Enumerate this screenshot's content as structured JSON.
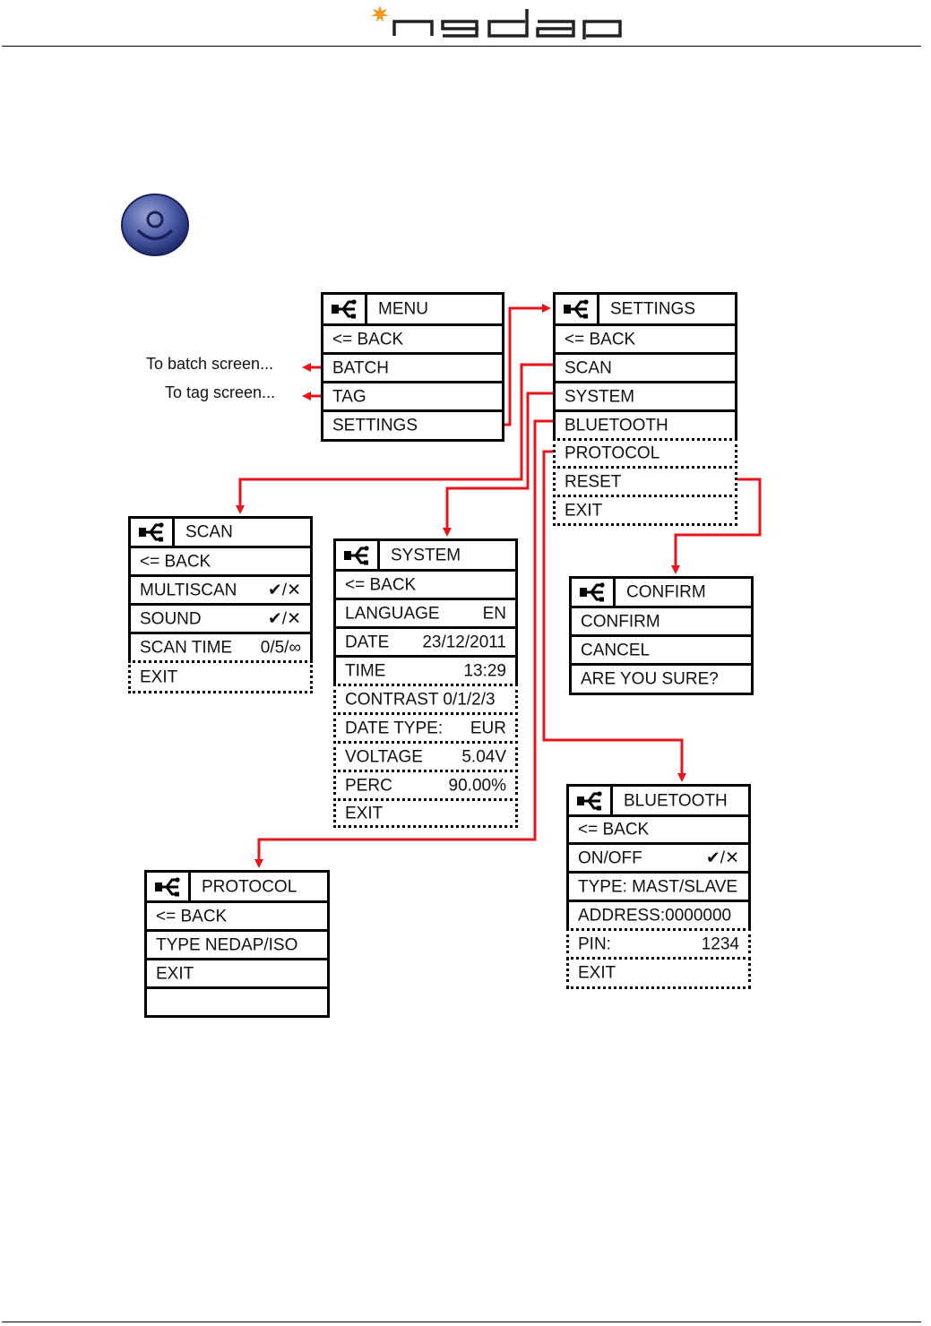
{
  "header": {
    "logo_text": "nedap"
  },
  "side_labels": {
    "batch": "To batch screen...",
    "tag": "To tag screen..."
  },
  "menus": {
    "menu": {
      "title": "MENU",
      "rows": [
        {
          "label": "<= BACK",
          "value": ""
        },
        {
          "label": "BATCH",
          "value": ""
        },
        {
          "label": "TAG",
          "value": ""
        },
        {
          "label": "SETTINGS",
          "value": ""
        }
      ]
    },
    "settings": {
      "title": "SETTINGS",
      "rows": [
        {
          "label": "<= BACK",
          "value": ""
        },
        {
          "label": "SCAN",
          "value": ""
        },
        {
          "label": "SYSTEM",
          "value": ""
        },
        {
          "label": "BLUETOOTH",
          "value": ""
        },
        {
          "label": "PROTOCOL",
          "value": ""
        },
        {
          "label": "RESET",
          "value": ""
        },
        {
          "label": "EXIT",
          "value": ""
        }
      ]
    },
    "scan": {
      "title": "SCAN",
      "rows": [
        {
          "label": "<= BACK",
          "value": ""
        },
        {
          "label": "MULTISCAN",
          "value": "✔/✕"
        },
        {
          "label": "SOUND",
          "value": "✔/✕"
        },
        {
          "label": "SCAN TIME",
          "value": "0/5/∞"
        },
        {
          "label": "EXIT",
          "value": ""
        }
      ]
    },
    "system": {
      "title": "SYSTEM",
      "rows": [
        {
          "label": "<= BACK",
          "value": ""
        },
        {
          "label": "LANGUAGE",
          "value": "EN"
        },
        {
          "label": "DATE",
          "value": "23/12/2011"
        },
        {
          "label": "TIME",
          "value": "13:29"
        },
        {
          "label": "CONTRAST 0/1/2/3",
          "value": ""
        },
        {
          "label": "DATE TYPE:",
          "value": "EUR"
        },
        {
          "label": "VOLTAGE",
          "value": "5.04V"
        },
        {
          "label": "PERC",
          "value": "90.00%"
        },
        {
          "label": "EXIT",
          "value": ""
        }
      ]
    },
    "confirm": {
      "title": "CONFIRM",
      "rows": [
        {
          "label": "CONFIRM",
          "value": ""
        },
        {
          "label": "CANCEL",
          "value": ""
        },
        {
          "label": "ARE YOU SURE?",
          "value": ""
        }
      ]
    },
    "bluetooth": {
      "title": "BLUETOOTH",
      "rows": [
        {
          "label": "<= BACK",
          "value": ""
        },
        {
          "label": "ON/OFF",
          "value": "✔/✕"
        },
        {
          "label": "TYPE: MAST/SLAVE",
          "value": ""
        },
        {
          "label": "ADDRESS:0000000",
          "value": ""
        },
        {
          "label": "PIN:",
          "value": "1234"
        },
        {
          "label": "EXIT",
          "value": ""
        }
      ]
    },
    "protocol": {
      "title": "PROTOCOL",
      "rows": [
        {
          "label": "<= BACK",
          "value": ""
        },
        {
          "label": "TYPE  NEDAP/ISO",
          "value": ""
        },
        {
          "label": "EXIT",
          "value": ""
        },
        {
          "label": "",
          "value": ""
        }
      ]
    }
  },
  "colors": {
    "connector": "#e8141b",
    "border": "#000000",
    "logo_star": "#f39a1e",
    "dial": "#3a4d9c"
  },
  "icons": {
    "title_icon": "usb-trident-icon",
    "dial": "dial-button-icon",
    "logo": "nedap-logo"
  }
}
